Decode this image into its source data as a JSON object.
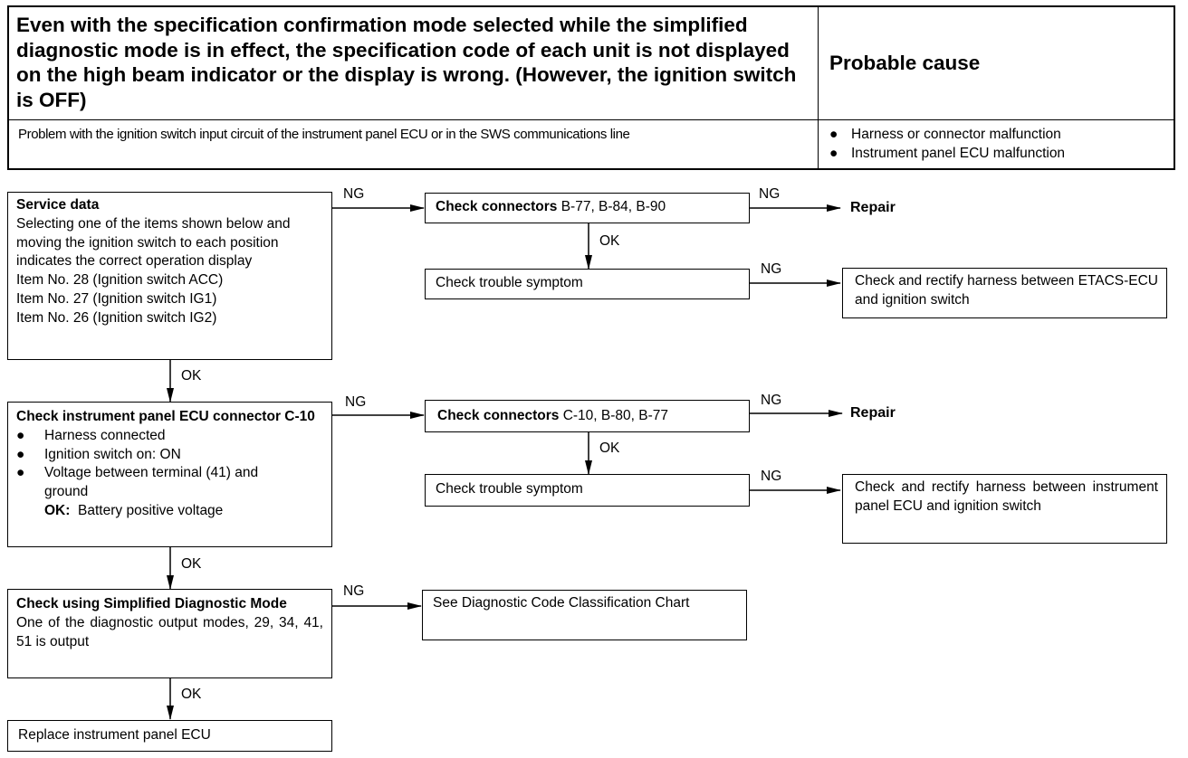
{
  "header": {
    "title": "Even with the specification confirmation mode selected while the simplified diagnostic mode is in effect, the specification code of each unit is not displayed on the high beam indicator or the display is wrong. (However, the ignition switch is OFF)",
    "cause_title": "Probable cause",
    "problem": "Problem with the ignition switch input circuit of the instrument panel ECU or in the SWS communications line",
    "causes": [
      "Harness or connector malfunction",
      "Instrument panel ECU malfunction"
    ]
  },
  "flow": {
    "service": {
      "title": "Service data",
      "text": "Selecting one of the items shown below and moving the ignition switch to each position indicates the correct operation display",
      "items": [
        "Item No. 28 (Ignition switch ACC)",
        "Item No. 27 (Ignition switch IG1)",
        "Item No. 26 (Ignition switch IG2)"
      ]
    },
    "check_conn1": {
      "bold": "Check connectors",
      "rest": " B-77, B-84, B-90"
    },
    "trouble1": "Check trouble symptom",
    "rectify1": "Check and rectify harness between ETACS-ECU and ignition switch",
    "ecu_check": {
      "title": "Check instrument panel ECU connector C-10",
      "bullets": [
        "Harness connected",
        "Ignition switch on: ON",
        "Voltage between terminal (41) and ground"
      ],
      "ok_label": "OK:",
      "ok_text": "Battery positive voltage"
    },
    "check_conn2": {
      "bold": "Check connectors",
      "rest": " C-10, B-80, B-77"
    },
    "trouble2": "Check trouble symptom",
    "rectify2": "Check and rectify harness between instrument panel ECU and ignition switch",
    "simplified": {
      "title": "Check using Simplified Diagnostic Mode",
      "text": "One of the diagnostic output modes, 29, 34, 41, 51 is output"
    },
    "see_chart": "See Diagnostic Code Classification Chart",
    "replace": "Replace instrument panel ECU",
    "repair": "Repair",
    "ng": "NG",
    "ok": "OK"
  }
}
